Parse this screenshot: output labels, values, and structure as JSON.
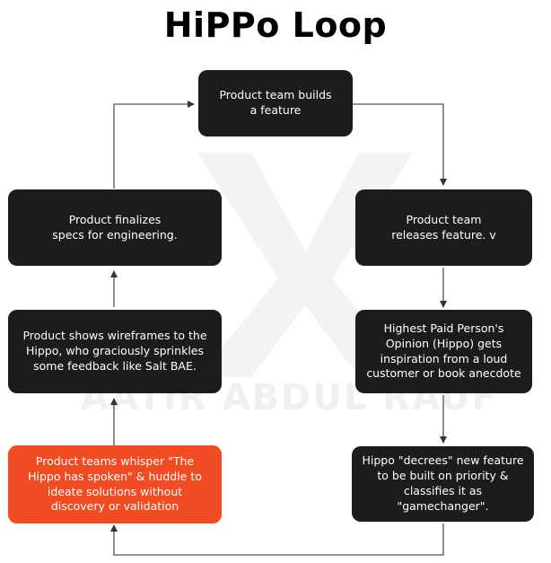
{
  "title": "HiPPo Loop",
  "watermark": "AATIR ABDUL RAUF",
  "colors": {
    "node": "#1c1c1c",
    "accent": "#f04b23",
    "arrow": "#333333",
    "title": "#000000"
  },
  "nodes": {
    "builds": "Product team builds\na feature",
    "releases": "Product team\nreleases feature. v",
    "hippo_opinion": "Highest Paid Person's\nOpinion (Hippo) gets\ninspiration from a loud\ncustomer or book anecdote",
    "decrees": "Hippo \"decrees\" new feature\nto be built on priority &\nclassifies it as\n\"gamechanger\".",
    "whisper": "Product teams whisper \"The\nHippo has spoken\" & huddle to\nideate solutions without\ndiscovery or validation",
    "wireframes": "Product shows wireframes to the\nHippo, who graciously sprinkles\nsome feedback like Salt BAE.",
    "finalizes": "Product finalizes\nspecs for engineering."
  }
}
